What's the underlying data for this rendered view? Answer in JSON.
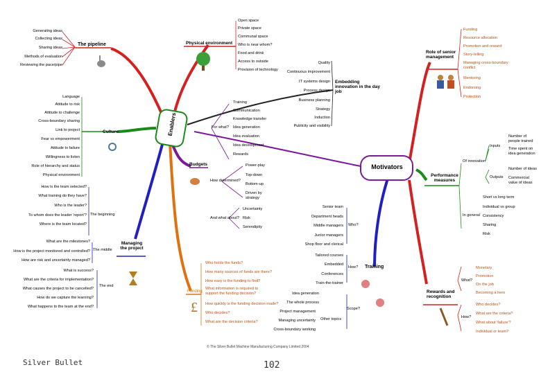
{
  "center": "Enablers",
  "center2": "Motivators",
  "pipeline": {
    "title": "The pipeline",
    "items": [
      "Generating ideas",
      "Collecting ideas",
      "Sharing ideas",
      "Methods of evaluation",
      "Reviewing the pace/pipe"
    ]
  },
  "physical": {
    "title": "Physical environment",
    "items": [
      "Open space",
      "Private space",
      "Communal space",
      "Who is near whom?",
      "Food and drink",
      "Access to outside",
      "Provision of technology"
    ]
  },
  "culture": {
    "title": "Culture",
    "items": [
      "Language",
      "Attitude to risk",
      "Attitude to challenge",
      "Cross-boundary sharing",
      "Link to project",
      "Fear vs empowerment",
      "Attitude to failure",
      "Willingness to listen",
      "Role of hierarchy and status",
      "Physical environment"
    ]
  },
  "budgets": {
    "title": "Budgets",
    "for_what": "For what?",
    "for_what_items": [
      "Training",
      "Communication",
      "Knowledge transfer",
      "Idea generation",
      "Idea evaluation",
      "Idea development",
      "Rewards"
    ],
    "how": "How determined?",
    "how_items": [
      "Power-play",
      "Top-down",
      "Bottom-up",
      "Driven by strategy"
    ],
    "and_what": "And what about?",
    "and_what_items": [
      "Uncertainty",
      "Risk",
      "Serendipity"
    ]
  },
  "managing": {
    "title": "Managing the project",
    "beginning": "The beginning",
    "beginning_items": [
      "How is the team selected?",
      "What training do they have?",
      "Who is the leader?",
      "To whom does the leader 'report'?",
      "Where is the team located?"
    ],
    "middle": "The middle",
    "middle_items": [
      "What are the milestones?",
      "How is the project monitored and controlled?",
      "How are risk and uncertainty managed?"
    ],
    "end": "The end",
    "end_items": [
      "What is success?",
      "What are the criteria for implementation?",
      "What causes the project to be cancelled?",
      "How do we capture the learning?",
      "What happens to the team at the end?"
    ]
  },
  "funding": {
    "title": "Funding",
    "items": [
      "Who holds the funds?",
      "How many sources of funds are there?",
      "How easy is the funding to find?",
      "What information is required to support the funding decision?",
      "How quickly is the funding decision made?",
      "Who decides?",
      "What are the decision criteria?"
    ]
  },
  "embedding": {
    "title": "Embedding innovation in the day job",
    "items": [
      "Quality",
      "Continuous improvement",
      "IT systems design",
      "Process design",
      "Business planning",
      "Strategy",
      "Induction",
      "Publicity and visibility"
    ]
  },
  "senior": {
    "title": "Role of senior management",
    "items": [
      "Funding",
      "Resource allocation",
      "Promotion and reward",
      "Story-telling",
      "Managing cross-boundary conflict",
      "Mentoring",
      "Endorsing",
      "Protection"
    ]
  },
  "performance": {
    "title": "Performance measures",
    "of_innovation": "Of innovation",
    "inputs": "Inputs",
    "inputs_items": [
      "Number of people trained",
      "Time spent on idea generation"
    ],
    "outputs": "Outputs",
    "outputs_items": [
      "Number of ideas",
      "Commercial value of ideas"
    ],
    "in_general": "In general",
    "general_items": [
      "Short vs long term",
      "Individual vs group",
      "Consistency",
      "Sharing",
      "Risk"
    ]
  },
  "training": {
    "title": "Training",
    "who": "Who?",
    "who_items": [
      "Senior team",
      "Department heads",
      "Middle managers",
      "Junior managers",
      "Shop floor and clerical"
    ],
    "how": "How?",
    "how_items": [
      "Tailored courses",
      "Embedded",
      "Conferences",
      "Train-the-trainer"
    ],
    "scope": "Scope?",
    "scope_items": [
      "Idea generation",
      "The whole process",
      "Project management",
      "Managing uncertainty",
      "Cross-boundary working"
    ],
    "other": "Other topics"
  },
  "rewards": {
    "title": "Rewards and recognition",
    "what": "What?",
    "what_items": [
      "Monetary",
      "Promotion",
      "On the job",
      "Becoming a hero"
    ],
    "how": "How?",
    "how_items": [
      "Who decides?",
      "What are the criteria?",
      "What about 'failure'?",
      "Individual or team?"
    ]
  },
  "copyright": "© The Silver Bullet Machine Manufacturing Company Limited 2004",
  "footer_left": "Silver Bullet",
  "footer_page": "102",
  "colors": {
    "red": "#d42020",
    "green": "#1a8a1a",
    "blue": "#2020c0",
    "purple": "#7a1a9a",
    "orange": "#e07010",
    "black": "#111111"
  }
}
